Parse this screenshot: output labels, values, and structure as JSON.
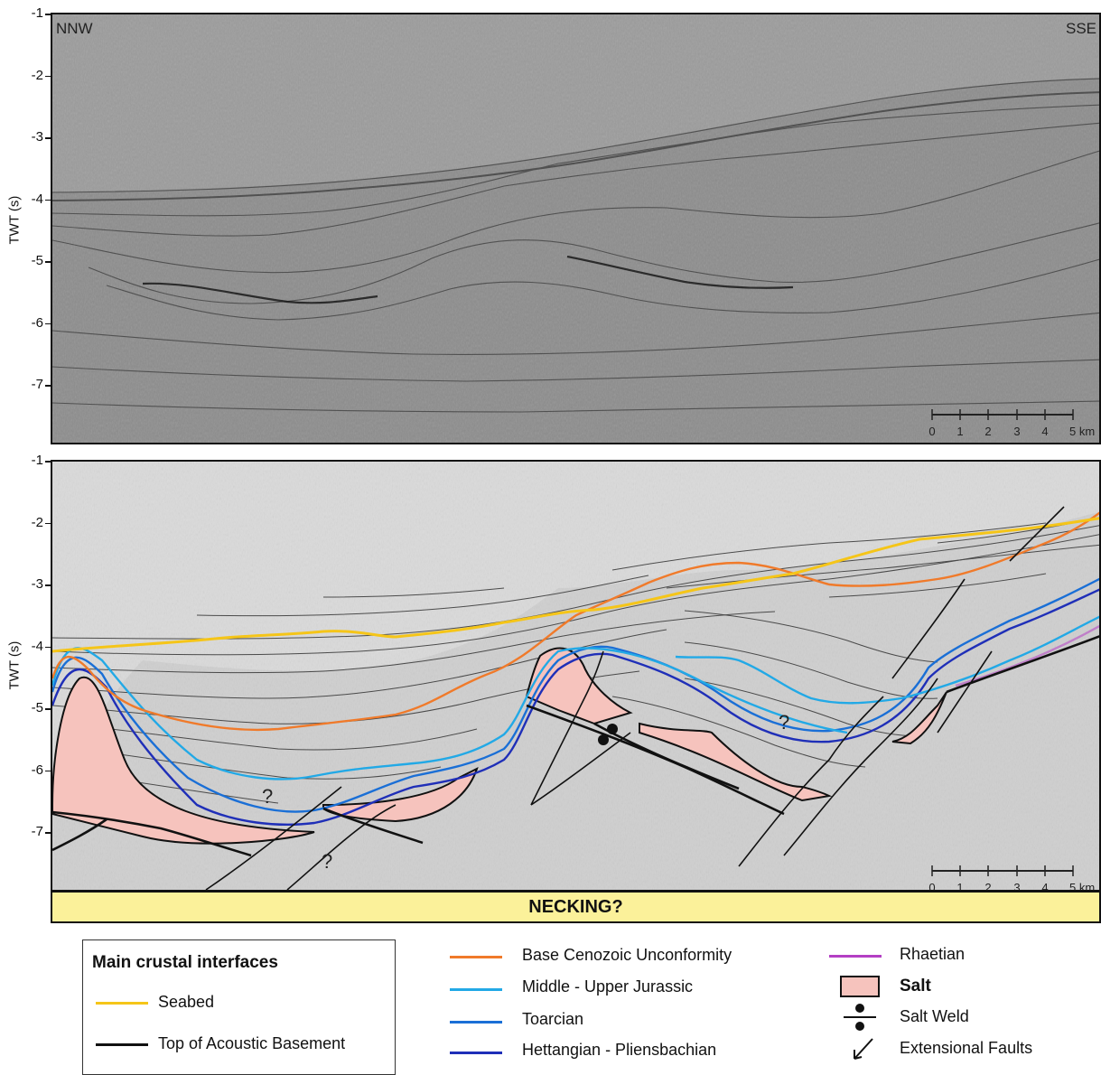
{
  "top_panel": {
    "left_label": "NNW",
    "right_label": "SSE",
    "y_axis_label": "TWT (s)",
    "y_ticks": [
      "-1",
      "-2",
      "-3",
      "-4",
      "-5",
      "-6",
      "-7"
    ],
    "scale_bar": {
      "ticks": [
        "0",
        "1",
        "2",
        "3",
        "4",
        "5 km"
      ]
    }
  },
  "bottom_panel": {
    "y_axis_label": "TWT (s)",
    "y_ticks": [
      "-1",
      "-2",
      "-3",
      "-4",
      "-5",
      "-6",
      "-7"
    ],
    "scale_bar": {
      "ticks": [
        "0",
        "1",
        "2",
        "3",
        "4",
        "5 km"
      ]
    },
    "question_marks": [
      "?",
      "?",
      "?"
    ]
  },
  "banner": {
    "text": "NECKING?"
  },
  "legend": {
    "box_title": "Main crustal interfaces",
    "box_items": [
      {
        "label": "Seabed",
        "color": "#f5c518"
      },
      {
        "label": "Top of Acoustic Basement",
        "color": "#111111"
      }
    ],
    "middle_items": [
      {
        "label": "Base Cenozoic Unconformity",
        "color": "#f07a2a"
      },
      {
        "label": "Middle - Upper Jurassic",
        "color": "#22a9e6"
      },
      {
        "label": "Toarcian",
        "color": "#1a6fd6"
      },
      {
        "label": "Hettangian - Pliensbachian",
        "color": "#1f2fb8"
      }
    ],
    "right_items": [
      {
        "label": "Rhaetian",
        "color": "#b43fc4"
      },
      {
        "label": "Salt",
        "color": "#f6c3bd"
      },
      {
        "label": "Salt Weld"
      },
      {
        "label": "Extensional Faults"
      }
    ]
  }
}
